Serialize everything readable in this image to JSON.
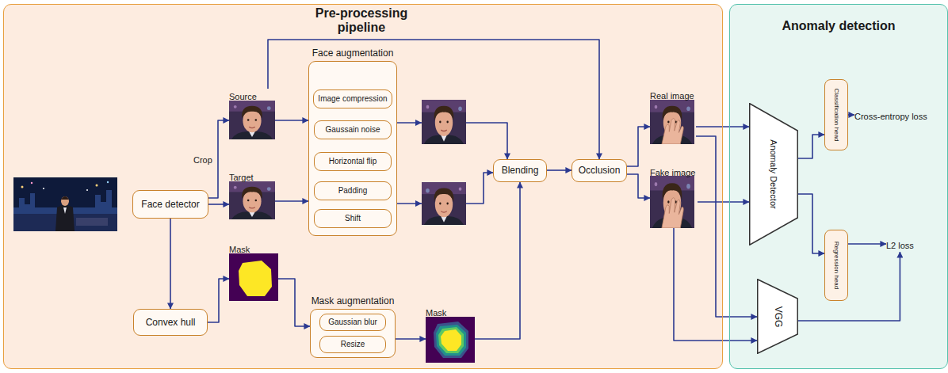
{
  "diagram": {
    "nodes": [
      {
        "text": [
          "Pre-processing pipeline"
        ]
      },
      {
        "text": [
          "Face detector"
        ],
        "in": 0
      },
      {
        "text": [
          "Source"
        ],
        "in": 0
      },
      {
        "text": [
          "Target"
        ],
        "in": 0
      },
      {
        "text": [
          "Convex hull"
        ],
        "in": 0
      },
      {
        "text": [
          "Mask"
        ],
        "in": 0
      },
      {
        "text": [
          "Face augmentation"
        ],
        "in": 0
      },
      {
        "text": [
          "Image compression"
        ],
        "in": 6
      },
      {
        "text": [
          "Gaussain noise"
        ],
        "in": 6
      },
      {
        "text": [
          "Horizontal flip"
        ],
        "in": 6
      },
      {
        "text": [
          "Padding"
        ],
        "in": 6
      },
      {
        "text": [
          "Shift"
        ],
        "in": 6
      },
      {
        "text": [
          "Mask augmentation"
        ],
        "in": 0
      },
      {
        "text": [
          "Gaussian blur"
        ],
        "in": 12
      },
      {
        "text": [
          "Resize"
        ],
        "in": 12
      },
      {
        "text": [
          "Mask"
        ],
        "in": 0
      },
      {
        "text": [
          "Blending"
        ],
        "in": 0
      },
      {
        "text": [
          "Occlusion"
        ],
        "in": 0
      },
      {
        "text": [
          "Real image"
        ],
        "in": 0
      },
      {
        "text": [
          "Fake image"
        ],
        "in": 0
      },
      {
        "text": [
          "Anomaly detection"
        ]
      },
      {
        "text": [
          "Anomaly Detector"
        ],
        "in": 20
      },
      {
        "text": [
          "Classification head"
        ],
        "in": 20
      },
      {
        "text": [
          "Cross-entropy loss"
        ],
        "in": 20
      },
      {
        "text": [
          "Regression head"
        ],
        "in": 20
      },
      {
        "text": [
          "L2 loss"
        ],
        "in": 20
      },
      {
        "text": [
          "VGG"
        ],
        "in": 20
      }
    ],
    "edges": [
      {
        "from": 1,
        "to": 2,
        "label": "Crop",
        "arrow": "to"
      },
      {
        "from": 1,
        "to": 3,
        "arrow": "to"
      },
      {
        "from": 1,
        "to": 4,
        "arrow": "to"
      },
      {
        "from": 4,
        "to": 5,
        "arrow": "to"
      },
      {
        "from": 2,
        "to": 6,
        "arrow": "to"
      },
      {
        "from": 3,
        "to": 6,
        "arrow": "to"
      },
      {
        "from": 5,
        "to": 12,
        "arrow": "to"
      },
      {
        "from": 12,
        "to": 15,
        "arrow": "to"
      },
      {
        "from": 6,
        "to": 16,
        "arrow": "to"
      },
      {
        "from": 6,
        "to": 16,
        "arrow": "to"
      },
      {
        "from": 15,
        "to": 16,
        "arrow": "to"
      },
      {
        "from": 2,
        "to": 17,
        "arrow": "to"
      },
      {
        "from": 16,
        "to": 17,
        "arrow": "to"
      },
      {
        "from": 17,
        "to": 18,
        "arrow": "to"
      },
      {
        "from": 17,
        "to": 19,
        "arrow": "to"
      },
      {
        "from": 18,
        "to": 21,
        "arrow": "to"
      },
      {
        "from": 18,
        "to": 26,
        "arrow": "to"
      },
      {
        "from": 19,
        "to": 21,
        "arrow": "to"
      },
      {
        "from": 19,
        "to": 26,
        "arrow": "to"
      },
      {
        "from": 21,
        "to": 22,
        "arrow": "to"
      },
      {
        "from": 21,
        "to": 24,
        "arrow": "to"
      },
      {
        "from": 22,
        "to": 23,
        "arrow": "to"
      },
      {
        "from": 24,
        "to": 25,
        "arrow": "to"
      },
      {
        "from": 26,
        "to": 25,
        "arrow": "to"
      }
    ]
  }
}
